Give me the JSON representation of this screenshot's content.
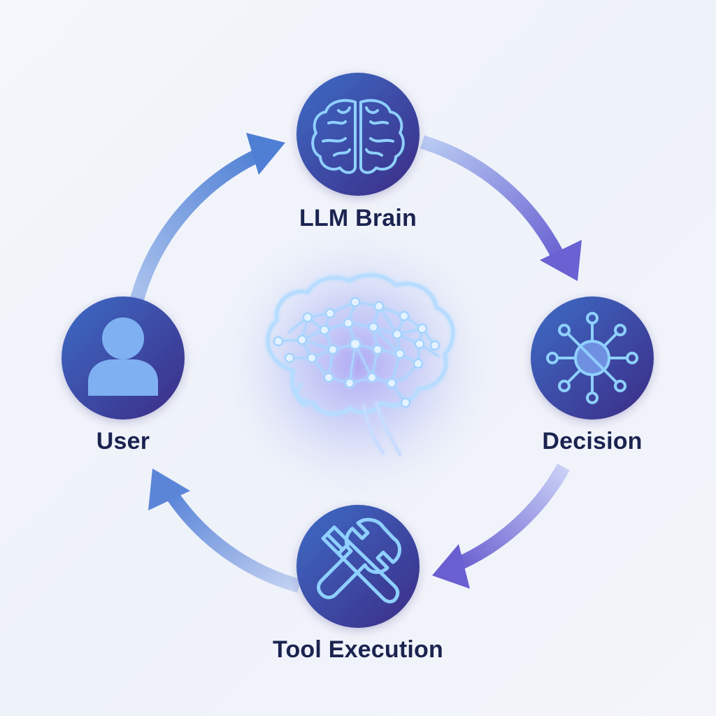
{
  "diagram": {
    "nodes": {
      "llm_brain": {
        "label": "LLM Brain",
        "icon": "brain-icon"
      },
      "decision": {
        "label": "Decision",
        "icon": "network-node-icon"
      },
      "tool_execution": {
        "label": "Tool Execution",
        "icon": "tools-icon"
      },
      "user": {
        "label": "User",
        "icon": "user-icon"
      }
    },
    "center": {
      "icon": "neural-brain-icon"
    },
    "flow": [
      "User",
      "LLM Brain",
      "Decision",
      "Tool Execution",
      "User"
    ],
    "colors": {
      "node_dark": "#3a2f86",
      "node_light": "#3b6fc8",
      "arrow_blue": "#5b86d8",
      "arrow_purple": "#6a5fd0",
      "icon_line": "#8fd0ff",
      "label": "#1b2350"
    }
  }
}
